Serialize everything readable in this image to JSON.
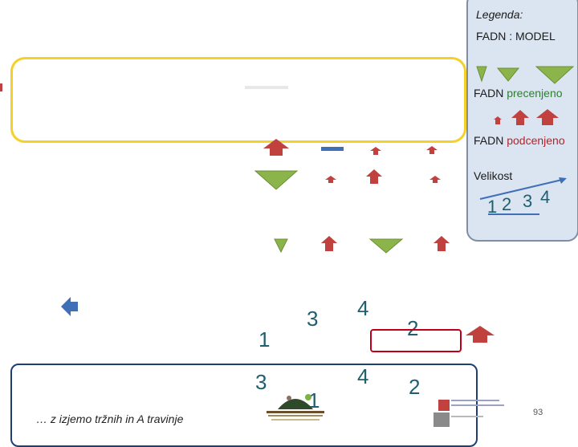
{
  "legend": {
    "title": "Legenda:",
    "subtitle": "FADN : MODEL",
    "over_prefix": "FADN ",
    "over_word": "precenjeno",
    "under_prefix": "FADN ",
    "under_word": "podcenjeno",
    "size_label": "Velikost",
    "scale_digits": [
      "1",
      "2",
      "3",
      "4"
    ]
  },
  "numbers": {
    "row1": [
      "1",
      "3",
      "4",
      "2"
    ],
    "row2": [
      "3",
      "1",
      "4",
      "2"
    ]
  },
  "footnote": "… z izjemo tržnih in A travinje",
  "page_number": "93",
  "colors": {
    "over": "#8bb54a",
    "under": "#c0413d",
    "blue": "#3f6fb6",
    "panel": "#dbe5f1",
    "frame_yellow": "#f5d028",
    "frame_red": "#c0001a"
  }
}
